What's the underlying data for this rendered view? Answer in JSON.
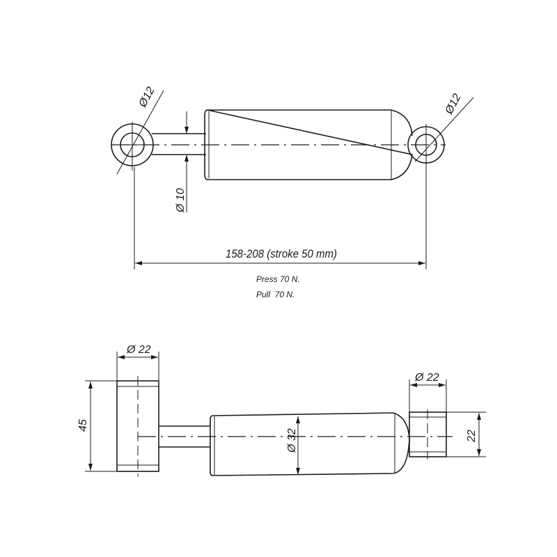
{
  "top_view": {
    "eye_left_dia": "Ø12",
    "eye_right_dia": "Ø12",
    "rod_dia": "Ø 10",
    "length": "158-208 (stroke 50 mm)",
    "press": "Press 70 N.",
    "pull": "Pull  70 N."
  },
  "side_view": {
    "left_block_dia": "Ø 22",
    "left_block_height": "45",
    "cylinder_dia": "Ø 32",
    "right_block_dia": "Ø 22",
    "right_block_height": "22"
  }
}
